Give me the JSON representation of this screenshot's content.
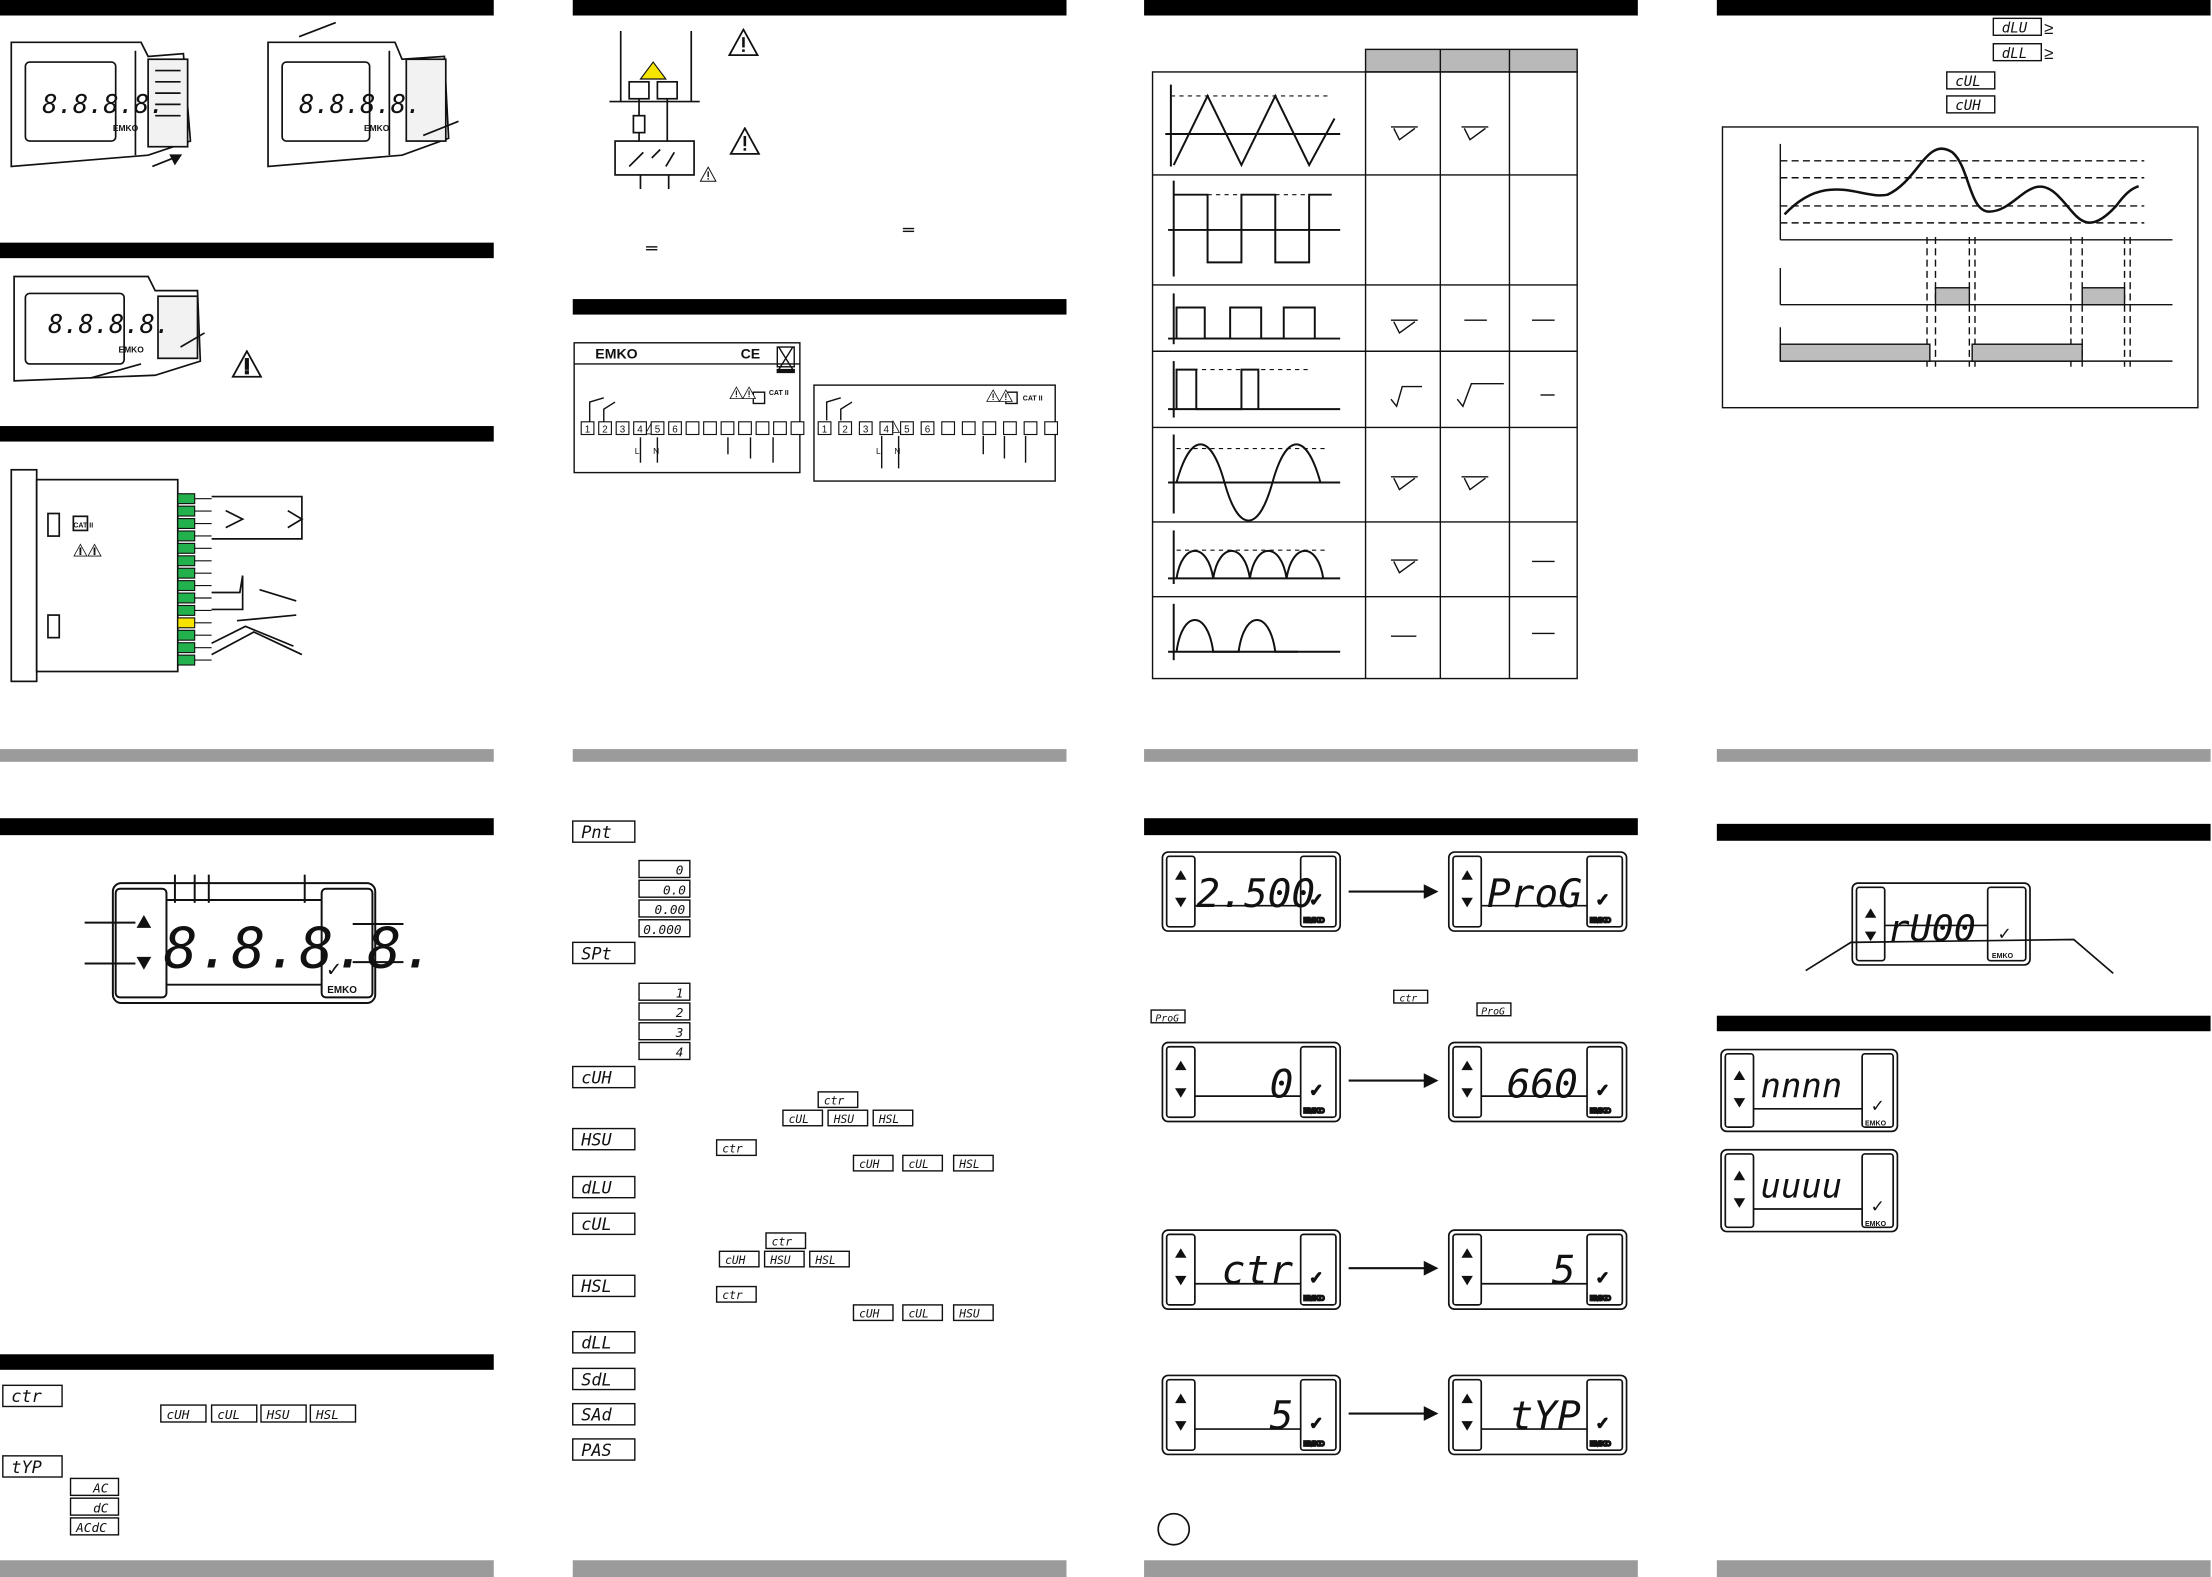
{
  "brand": "EMKO",
  "ce_mark": "CE",
  "cat_label": "CAT II",
  "terminal_numbers": [
    "1",
    "2",
    "3",
    "4",
    "5",
    "6"
  ],
  "terminal_letters": [
    "L",
    "N"
  ],
  "display_test": "8.8.8.8.",
  "param_codes": {
    "pnt": "Pnt",
    "spt": "SPt",
    "cuh": "cUH",
    "hsu": "HSU",
    "dlu": "dLU",
    "cul": "cUL",
    "hsl": "HSL",
    "dll": "dLL",
    "sdl": "SdL",
    "sad": "SAd",
    "pas": "PAS",
    "ctr": "ctr",
    "typ": "tYP"
  },
  "point_options": [
    "0",
    "0.0",
    "0.00",
    "0.000"
  ],
  "spt_options": [
    "1",
    "2",
    "3",
    "4"
  ],
  "typ_options": [
    "AC",
    "dC",
    "ACdC"
  ],
  "prog_screens": {
    "value": "2.500",
    "prog": "ProG",
    "zero": "0",
    "six_sixty": "660",
    "ctr": "ctr",
    "five": "5",
    "typ": "tYP"
  },
  "version_display": "rU00",
  "error_displays": [
    "nnnn",
    "uuuu"
  ],
  "threshold_symbol": "≥",
  "colors": {
    "header_bar": "#000000",
    "footer_bar": "#9b9b9b",
    "terminal_green": "#22b14c",
    "warning_yellow": "#f5e300",
    "shade": "#bdbdbd"
  }
}
